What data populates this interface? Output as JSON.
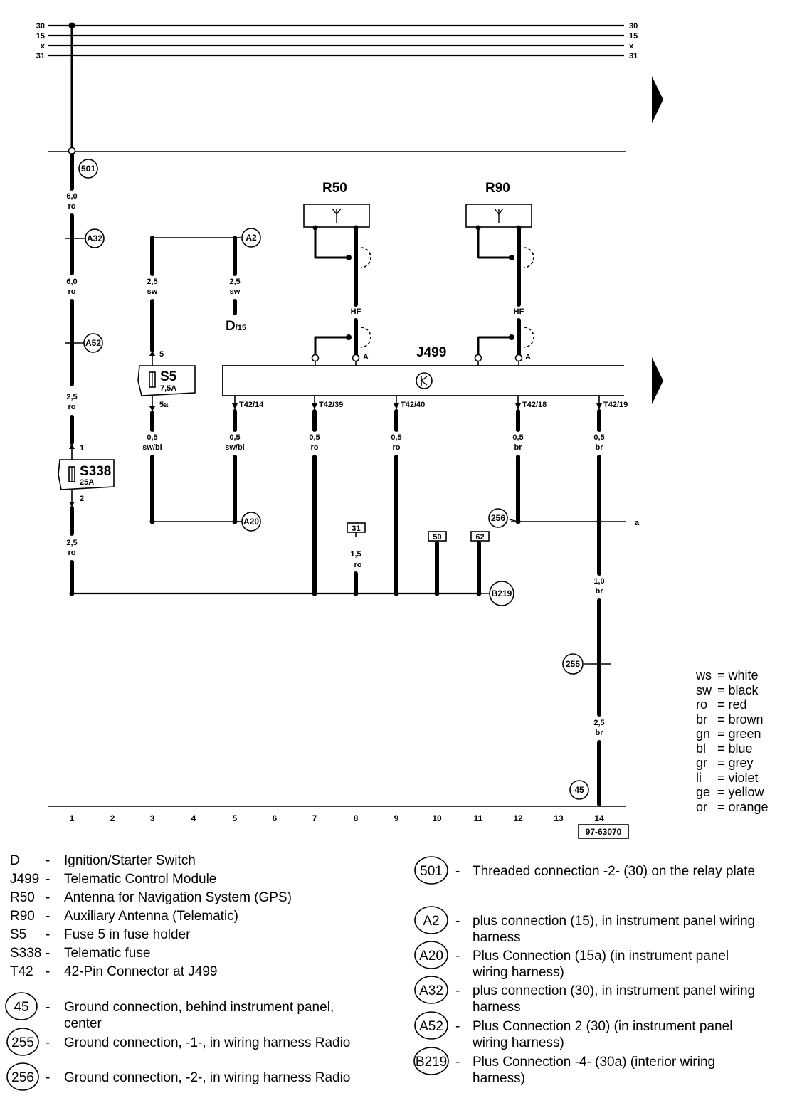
{
  "bus_lines": [
    {
      "id": "30",
      "left": "30",
      "right": "30"
    },
    {
      "id": "15",
      "left": "15",
      "right": "15"
    },
    {
      "id": "x",
      "left": "x",
      "right": "x"
    },
    {
      "id": "31",
      "left": "31",
      "right": "31"
    }
  ],
  "components": {
    "r50": "R50",
    "r90": "R90",
    "j499": "J499",
    "s5": "S5",
    "s5_rating": "7,5A",
    "s338": "S338",
    "s338_rating": "25A",
    "d": "D",
    "d_terminal": "/15"
  },
  "pins": {
    "s338_in": "1",
    "s338_out": "2",
    "s5_in": "5",
    "s5_out": "5a",
    "hf": "HF",
    "a": "A",
    "t42_14": "T42/14",
    "t42_39": "T42/39",
    "t42_40": "T42/40",
    "t42_18": "T42/18",
    "t42_19": "T42/19",
    "term_31": "31",
    "term_50": "50",
    "term_62": "62",
    "ref_a": "a"
  },
  "wires": {
    "w1a_size": "6,0",
    "w1a_color": "ro",
    "w1b_size": "6,0",
    "w1b_color": "ro",
    "w1c_size": "2,5",
    "w1c_color": "ro",
    "w1d_size": "2,5",
    "w1d_color": "ro",
    "w3a_size": "2,5",
    "w3a_color": "sw",
    "w5a_size": "2,5",
    "w5a_color": "sw",
    "w3b_size": "0,5",
    "w3b_color": "sw/bl",
    "w5b_size": "0,5",
    "w5b_color": "sw/bl",
    "w7_size": "0,5",
    "w7_color": "ro",
    "w9_size": "0,5",
    "w9_color": "ro",
    "w8_size": "1,5",
    "w8_color": "ro",
    "w12_size": "0,5",
    "w12_color": "br",
    "w14a_size": "0,5",
    "w14a_color": "br",
    "w14b_size": "1,0",
    "w14b_color": "br",
    "w14c_size": "2,5",
    "w14c_color": "br"
  },
  "connectors": {
    "c501": "501",
    "a32": "A32",
    "a52": "A52",
    "a2": "A2",
    "a20": "A20",
    "c256": "256",
    "b219": "B219",
    "c255": "255",
    "c45": "45"
  },
  "tracks": [
    "1",
    "2",
    "3",
    "4",
    "5",
    "6",
    "7",
    "8",
    "9",
    "10",
    "11",
    "12",
    "13",
    "14"
  ],
  "diagram_id": "97-63070",
  "color_legend": [
    {
      "code": "ws",
      "name": "white"
    },
    {
      "code": "sw",
      "name": "black"
    },
    {
      "code": "ro",
      "name": "red"
    },
    {
      "code": "br",
      "name": "brown"
    },
    {
      "code": "gn",
      "name": "green"
    },
    {
      "code": "bl",
      "name": "blue"
    },
    {
      "code": "gr",
      "name": "grey"
    },
    {
      "code": "li",
      "name": "violet"
    },
    {
      "code": "ge",
      "name": "yellow"
    },
    {
      "code": "or",
      "name": "orange"
    }
  ],
  "legend_components": [
    {
      "code": "D",
      "desc": "Ignition/Starter Switch"
    },
    {
      "code": "J499",
      "desc": "Telematic Control Module"
    },
    {
      "code": "R50",
      "desc": "Antenna for Navigation System (GPS)"
    },
    {
      "code": "R90",
      "desc": "Auxiliary Antenna (Telematic)"
    },
    {
      "code": "S5",
      "desc": "Fuse 5 in fuse holder"
    },
    {
      "code": "S338",
      "desc": "Telematic fuse"
    },
    {
      "code": "T42",
      "desc": "42-Pin Connector at J499"
    }
  ],
  "legend_grounds": [
    {
      "code": "45",
      "desc_1": "Ground connection, behind instrument panel,",
      "desc_2": "center"
    },
    {
      "code": "255",
      "desc_1": "Ground connection, -1-, in wiring harness Radio",
      "desc_2": ""
    },
    {
      "code": "256",
      "desc_1": "Ground connection, -2-, in wiring harness Radio",
      "desc_2": ""
    }
  ],
  "legend_connections": [
    {
      "code": "501",
      "desc_1": "Threaded connection -2- (30) on the relay plate",
      "desc_2": ""
    },
    {
      "code": "A2",
      "desc_1": "plus connection (15), in instrument panel wiring",
      "desc_2": "harness"
    },
    {
      "code": "A20",
      "desc_1": "Plus Connection (15a) (in instrument panel",
      "desc_2": "wiring harness)"
    },
    {
      "code": "A32",
      "desc_1": "plus connection (30), in instrument panel wiring",
      "desc_2": "harness"
    },
    {
      "code": "A52",
      "desc_1": "Plus Connection 2 (30) (in instrument panel",
      "desc_2": "wiring harness)"
    },
    {
      "code": "B219",
      "desc_1": "Plus Connection -4- (30a) (interior wiring",
      "desc_2": "harness)"
    }
  ]
}
